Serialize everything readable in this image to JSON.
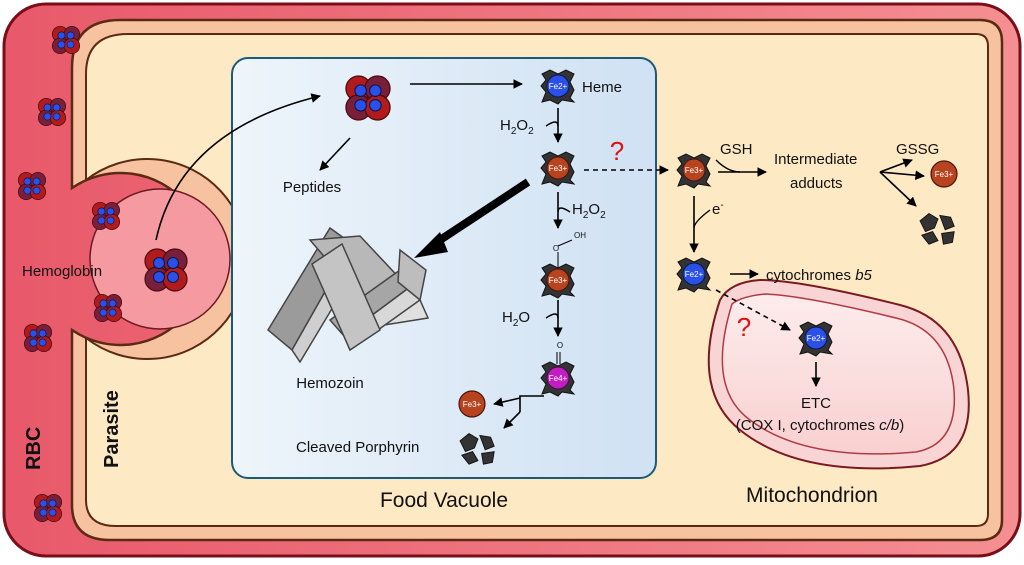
{
  "regions": {
    "rbc": "RBC",
    "parasite": "Parasite",
    "food_vacuole": "Food Vacuole",
    "mitochondrion": "Mitochondrion"
  },
  "molecules": {
    "hemoglobin": "Hemoglobin",
    "peptides": "Peptides",
    "heme": "Heme",
    "hemozoin": "Hemozoin",
    "cleaved_porphyrin": "Cleaved Porphyrin",
    "gsh": "GSH",
    "gssg": "GSSG",
    "intermediate_adducts_1": "Intermediate",
    "intermediate_adducts_2": "adducts",
    "cytochromes_b5_prefix": "cytochromes ",
    "cytochromes_b5_italic": "b5",
    "etc": "ETC",
    "etc_detail_prefix": "(COX I, cytochromes ",
    "etc_detail_italic": "c/b",
    "etc_detail_suffix": ")",
    "electron": "e",
    "electron_sup": "-"
  },
  "reagents": {
    "h2o2_a": {
      "h": "H",
      "sub1": "2",
      "o": "O",
      "sub2": "2"
    },
    "h2o2_b": {
      "h": "H",
      "sub1": "2",
      "o": "O",
      "sub2": "2"
    },
    "h2o": {
      "h": "H",
      "sub1": "2",
      "o": "O"
    },
    "oh": "OH",
    "o": "O"
  },
  "iron_states": {
    "fe2": "Fe2+",
    "fe3": "Fe3+",
    "fe4": "Fe4+"
  },
  "unknown_marker": "?",
  "colors": {
    "rbc_fill": "#ef7b82",
    "parasite_fill": "#fde9c4",
    "vacuole_fill": "#dbe9f6",
    "mito_fill": "#fde4e4",
    "fe2": "#2b50e8",
    "fe3": "#b8431f",
    "fe4": "#c01ec0",
    "question": "#e01010"
  }
}
